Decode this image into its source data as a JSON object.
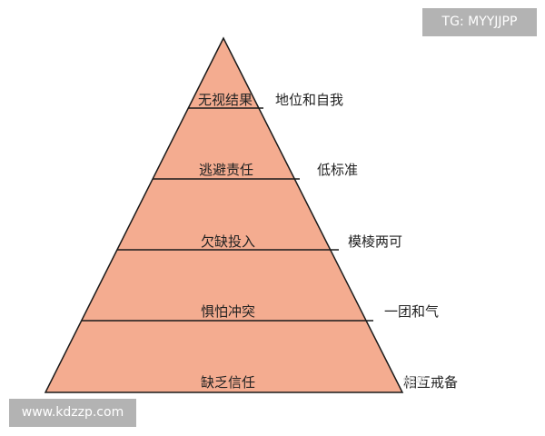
{
  "pyramid": {
    "fill_color": "#f4ac90",
    "line_color": "#1a1a1a",
    "levels": [
      {
        "label": "无视结果",
        "side": "地位和自我"
      },
      {
        "label": "逃避责任",
        "side": "低标准"
      },
      {
        "label": "欠缺投入",
        "side": "模棱两可"
      },
      {
        "label": "惧怕冲突",
        "side": "一团和气"
      },
      {
        "label": "缺乏信任",
        "side": "相互戒备"
      }
    ]
  },
  "watermarks": {
    "top_right": "TG: MYYJJPP",
    "bottom_left": "www.kdzzp.com",
    "source": "知乎"
  }
}
